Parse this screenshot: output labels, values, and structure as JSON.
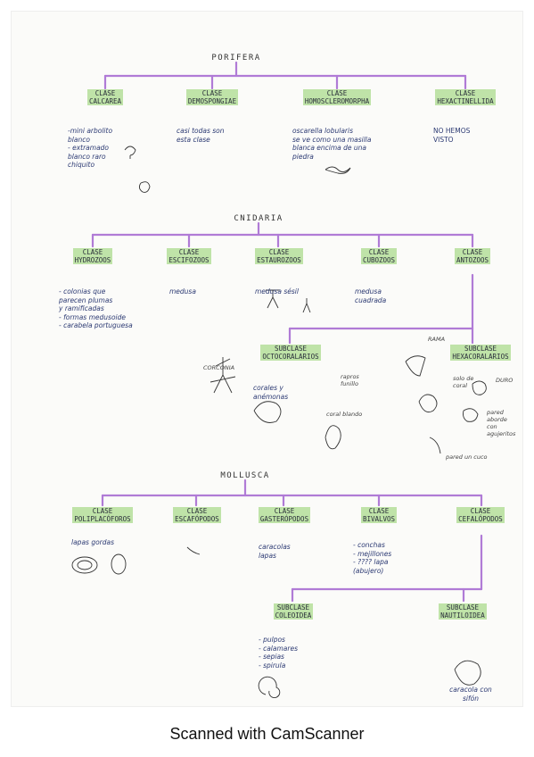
{
  "porifera": {
    "title": "PORIFERA",
    "classes": [
      {
        "name": "CLASE\nCALCAREA",
        "notes": "-mini arbolito\n blanco\n- extramado\n blanco raro\n chiquito"
      },
      {
        "name": "CLASE\nDEMOSPONGIAE",
        "notes": "casi todas son\nesta clase"
      },
      {
        "name": "CLASE\nHOMOSCLEROMORPHA",
        "notes": "oscarella lobularis\nse ve como una masilla\nblanca encima de una\npiedra"
      },
      {
        "name": "CLASE\nHEXACTINELLIDA",
        "notes": "NO HEMOS\nVISTO"
      }
    ]
  },
  "cnidaria": {
    "title": "CNIDARIA",
    "classes": [
      {
        "name": "CLASE\nHYDROZOOS",
        "notes": "- colonias que\n parecen plumas\n y ramificadas\n- formas medusoide\n- carabela portuguesa"
      },
      {
        "name": "CLASE\nESCIFOZOOS",
        "notes": "medusa"
      },
      {
        "name": "CLASE\nESTAUROZOOS",
        "notes": "medusa sésil"
      },
      {
        "name": "CLASE\nCUBOZOOS",
        "notes": "medusa\ncuadrada"
      },
      {
        "name": "CLASE\nANTOZOOS",
        "notes": ""
      }
    ],
    "subclasses": [
      {
        "name": "SUBCLASE\nOCTOCORALARIOS",
        "notes": "corales y\nanémonas"
      },
      {
        "name": "SUBCLASE\nHEXACORALARIOS",
        "notes": ""
      }
    ],
    "sketch_labels": [
      "CORCONIA",
      "rapros\nfunillo",
      "coral blando",
      "RAMA",
      "solo de\ncoral",
      "DURO",
      "pared\naborde\ncon\nagujeritos",
      "pared un cuco"
    ]
  },
  "mollusca": {
    "title": "MOLLUSCA",
    "classes": [
      {
        "name": "CLASE\nPOLIPLACÓFOROS",
        "notes": "lapas gordas"
      },
      {
        "name": "CLASE\nESCAFÓPODOS",
        "notes": ""
      },
      {
        "name": "CLASE\nGASTERÓPODOS",
        "notes": "caracolas\nlapas"
      },
      {
        "name": "CLASE\nBIVALVOS",
        "notes": "- conchas\n- mejillones\n- ???? lapa\n (abujero)"
      },
      {
        "name": "CLASE\nCEFALÓPODOS",
        "notes": ""
      }
    ],
    "subclasses": [
      {
        "name": "SUBCLASE\nCOLEOIDEA",
        "notes": "- pulpos\n- calamares\n- sepias\n- spirula"
      },
      {
        "name": "SUBCLASE\nNAUTILOIDEA",
        "notes": "caracola con\nsifón"
      }
    ]
  },
  "footer": "Scanned with CamScanner",
  "colors": {
    "line": "#b07bd6",
    "highlight": "#bfe3a8",
    "ink": "#2c3a73"
  }
}
